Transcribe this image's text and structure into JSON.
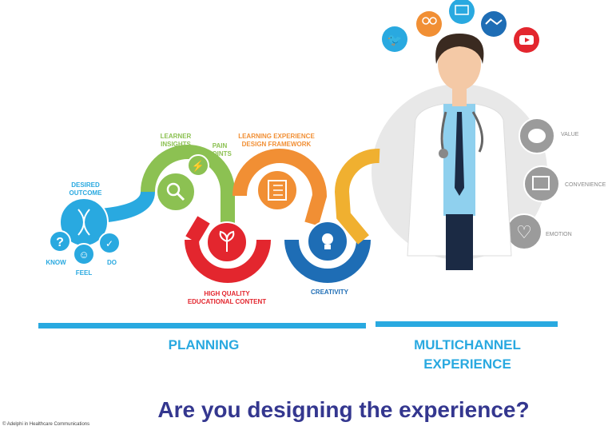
{
  "labels": {
    "desired_outcome": "DESIRED OUTCOME",
    "know": "KNOW",
    "feel": "FEEL",
    "do": "DO",
    "learner_insights": "LEARNER INSIGHTS",
    "pain_points": "PAIN POINTS",
    "high_quality": "HIGH QUALITY EDUCATIONAL CONTENT",
    "ledf": "LEARNING EXPERIENCE DESIGN FRAMEWORK",
    "creativity": "CREATIVITY",
    "value": "VALUE",
    "convenience": "CONVENIENCE",
    "emotion": "EMOTION"
  },
  "sections": {
    "planning": "PLANNING",
    "multichannel": "MULTICHANNEL EXPERIENCE"
  },
  "headline": "Are you designing the experience?",
  "copyright": "© Adelphi in Healthcare Communications",
  "colors": {
    "blue": "#29a9e0",
    "green": "#8cc152",
    "red": "#e3262e",
    "orange": "#f18f34",
    "darkblue": "#1e6db5",
    "yellow": "#f0b030",
    "grey": "#9b9b9b",
    "navy": "#34378f"
  }
}
